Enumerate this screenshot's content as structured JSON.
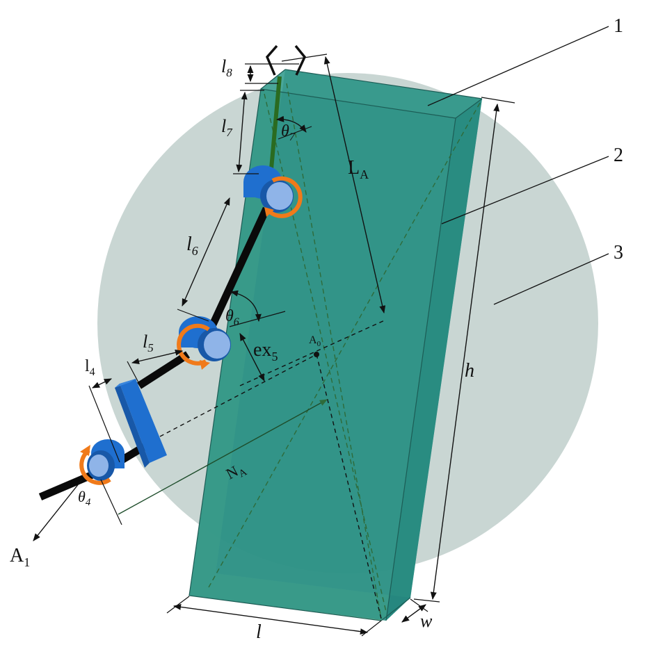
{
  "labels": {
    "l8": "l",
    "l8_sub": "8",
    "l7": "l",
    "l7_sub": "7",
    "theta7": "θ",
    "theta7_sub": "7",
    "LA": "L",
    "LA_sub": "A",
    "l6": "l",
    "l6_sub": "6",
    "theta6": "θ",
    "theta6_sub": "6",
    "ex5": "ex",
    "ex5_sub": "5",
    "A0": "A",
    "A0_sub": "0",
    "l5": "l",
    "l5_sub": "5",
    "l4": "l",
    "l4_sub": "4",
    "NA": "N",
    "NA_sub": "A",
    "theta4": "θ",
    "theta4_sub": "4",
    "A1": "A",
    "A1_sub": "1",
    "h": "h",
    "l": "l",
    "w": "w",
    "callout1": "1",
    "callout2": "2",
    "callout3": "3"
  },
  "colors": {
    "sphere": "#c9d6d3",
    "panel_front": "#2f9488",
    "panel_side": "#26877f",
    "panel_top": "#4aa79a",
    "frame_green": "#a6dc98",
    "joint_blue": "#1f6fcf",
    "joint_face": "#8fb4e8",
    "rotation_orange": "#f07a1a",
    "link_black": "#0a0a0a"
  },
  "icons": [
    "gripper-icon",
    "rotation-arrow-icon"
  ]
}
